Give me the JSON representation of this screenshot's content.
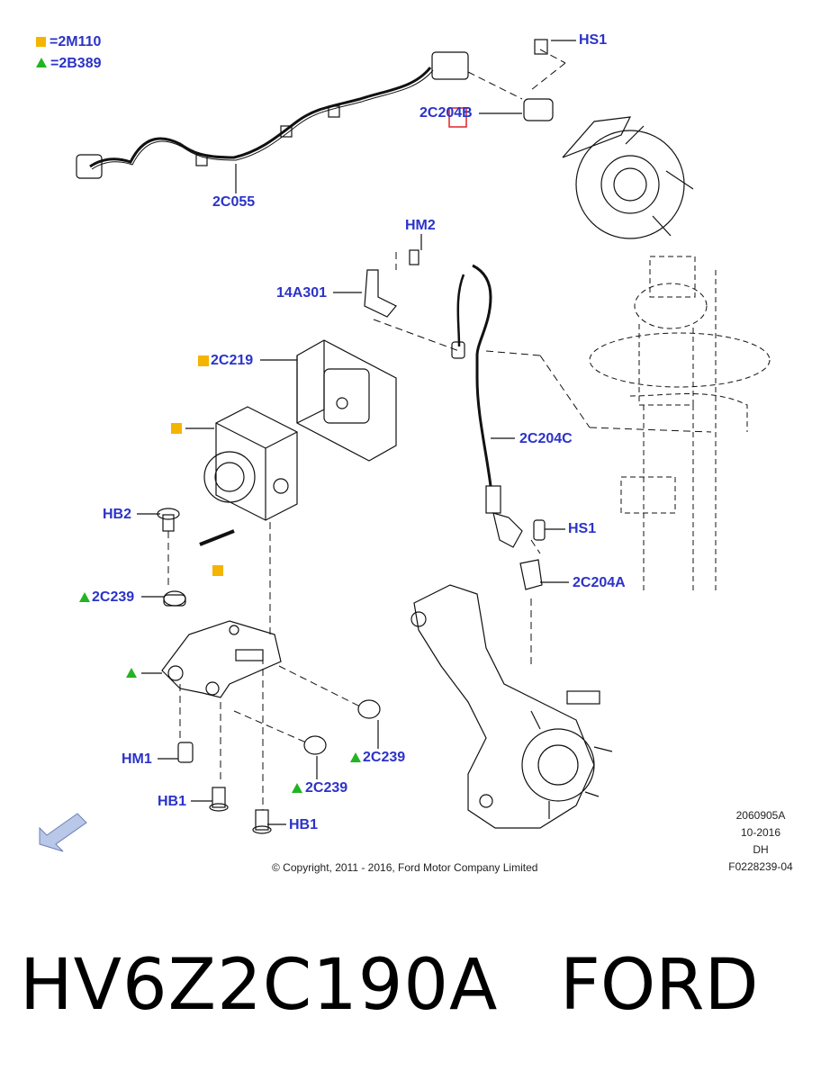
{
  "legend": [
    {
      "symbol": "square",
      "text": "=2M110"
    },
    {
      "symbol": "triangle",
      "text": "=2B389"
    }
  ],
  "callouts": {
    "hs1_top": "HS1",
    "c204b": "2C204B",
    "c055": "2C055",
    "hm2": "HM2",
    "a14301": "14A301",
    "c219": "2C219",
    "c204c": "2C204C",
    "hs1_mid": "HS1",
    "c204a": "2C204A",
    "hb2": "HB2",
    "c239_left": "2C239",
    "hm1": "HM1",
    "c239_right": "2C239",
    "c239_mid": "2C239",
    "hb1_left": "HB1",
    "hb1_right": "HB1"
  },
  "meta": {
    "illustration_no": "2060905A",
    "date": "10-2016",
    "initials": "DH",
    "figure_no": "F0228239-04"
  },
  "copyright": "© Copyright, 2011 - 2016, Ford Motor Company Limited",
  "part_number": "HV6Z2C190A",
  "brand": "FORD",
  "colors": {
    "callout": "#2b33c8",
    "square_marker": "#f5b400",
    "triangle_marker": "#22b422",
    "highlight_box": "#e0202a"
  }
}
